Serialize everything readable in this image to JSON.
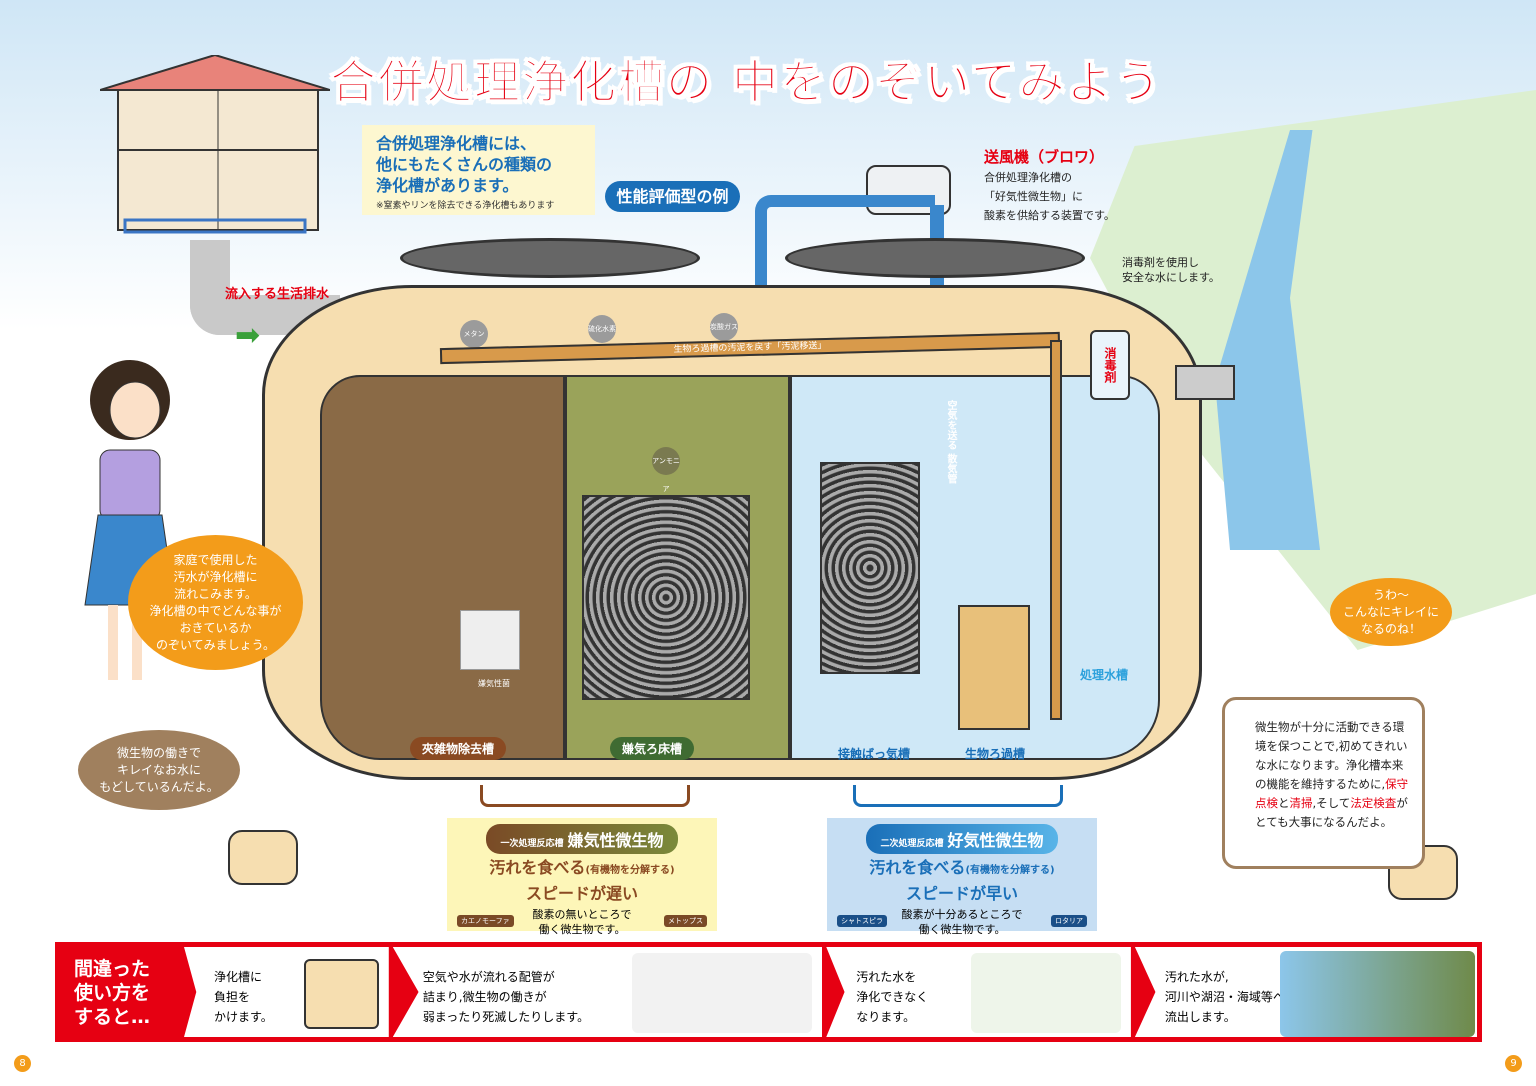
{
  "title": "合併処理浄化槽の 中をのぞいてみよう",
  "info": {
    "lines": [
      "合併処理浄化槽には、",
      "他にもたくさんの種類の",
      "浄化槽があります。"
    ],
    "note": "※窒素やリンを除去できる浄化槽もあります"
  },
  "badge": "性能評価型の例",
  "blower": {
    "title": "送風機（ブロワ）",
    "desc": [
      "合併処理浄化槽の",
      "「好気性微生物」に",
      "酸素を供給する装置です。"
    ]
  },
  "disinfect_note": [
    "消毒剤を使用し",
    "安全な水にします。"
  ],
  "inflow_label": "流入する生活排水",
  "gases": [
    "メタン",
    "硫化水素",
    "炭酸ガス",
    "アンモニア"
  ],
  "sludge_pipe": "生物ろ過槽の汚泥を戻す「汚泥移送」",
  "air_pipe": "空気を送る 散気管",
  "disinfectant": "消毒剤",
  "tanks": {
    "t1": "夾雑物除去槽",
    "t1_sub": "嫌気性菌",
    "t2": "嫌気ろ床槽",
    "t3": "接触ばっ気槽",
    "t4": "生物ろ過槽",
    "t5": "処理水槽"
  },
  "bubbles": {
    "woman": [
      "家庭で使用した",
      "汚水が浄化槽に",
      "流れこみます。",
      "浄化槽の中でどんな事が",
      "おきているか",
      "のぞいてみましょう。"
    ],
    "mascot": [
      "微生物の働きで",
      "キレイなお水に",
      "もどしているんだよ。"
    ],
    "kids": [
      "うわ〜",
      "こんなにキレイに",
      "なるのね！"
    ]
  },
  "anaerobic": {
    "prefix": "一次処理反応槽",
    "title": "嫌気性微生物",
    "main": "汚れを食べる",
    "paren": "(有機物を分解する)",
    "speed": "スピードが遅い",
    "desc": [
      "酸素の無いところで",
      "働く微生物です。"
    ],
    "orgs": [
      "カエノモーファ",
      "メトップス"
    ],
    "color": "#7a4a26"
  },
  "aerobic": {
    "prefix": "二次処理反応槽",
    "title": "好気性微生物",
    "main": "汚れを食べる",
    "paren": "(有機物を分解する)",
    "speed": "スピードが早い",
    "desc": [
      "酸素が十分あるところで",
      "働く微生物です。"
    ],
    "orgs": [
      "シャトスピラ",
      "ロタリア"
    ],
    "color": "#1a6fb8"
  },
  "maintenance": {
    "t1": "微生物が十分に活動でき",
    "t2": "る環境を保つことで,初め",
    "t3": "てきれいな水になります。",
    "t4": "浄化槽本来の機能を維持",
    "t5": "するために,",
    "r1": "保守点検",
    "t6": "と",
    "r2": "清",
    "r3": "掃",
    "t7": ",そして",
    "r4": "法定検査",
    "t8": "がとて",
    "t9": "も大事になるんだよ。"
  },
  "misuse": {
    "lead": [
      "間違った",
      "使い方を",
      "すると…"
    ],
    "panels": [
      [
        "浄化槽に",
        "負担を",
        "かけます。"
      ],
      [
        "空気や水が流れる配管が",
        "詰まり,微生物の働きが",
        "弱まったり死滅したりします。"
      ],
      [
        "汚れた水を",
        "浄化できなく",
        "なります。"
      ],
      [
        "汚れた水が,",
        "河川や湖沼・海域等へ",
        "流出します。"
      ]
    ]
  },
  "pages": [
    "8",
    "9"
  ]
}
